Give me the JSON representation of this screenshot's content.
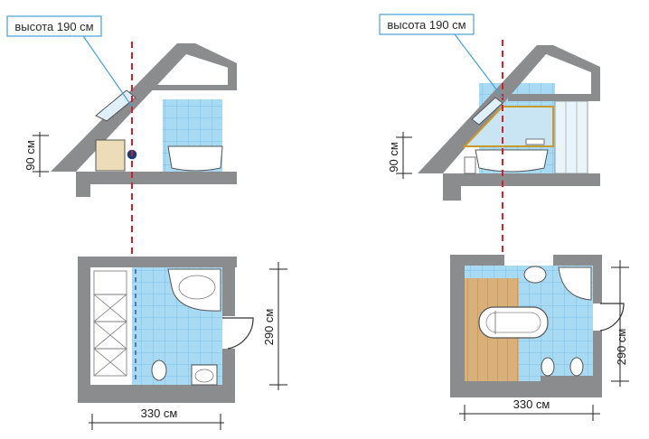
{
  "left_plan": {
    "height_label": "высота 190 см",
    "side_height_label": "90 см",
    "width_label": "330 см",
    "depth_label": "290 см"
  },
  "right_plan": {
    "height_label": "высота 190 см",
    "side_height_label": "90 см",
    "width_label": "330 см",
    "depth_label": "290 см"
  },
  "colors": {
    "wall": "#8a8c8e",
    "tile": "#a9daf4",
    "cut_line": "#d0202e",
    "callout_border": "#4a9fd3",
    "wood": "#d9b07a"
  }
}
